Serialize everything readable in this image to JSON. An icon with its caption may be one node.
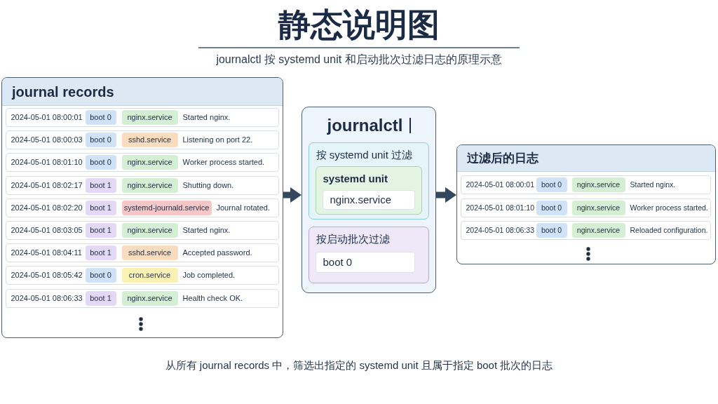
{
  "diagram": {
    "title": "静态说明图",
    "caption": "从所有 journal records 中，筛选出指定的 systemd unit 且属于指定 boot 批次的日志",
    "nodes": [
      {
        "text": [
          "journal records"
        ]
      },
      {
        "text": [
          "2024-05-01 08:00:01",
          "Started nginx."
        ],
        "in": 0
      },
      {
        "text": [
          "boot 0"
        ],
        "in": 1
      },
      {
        "text": [
          "nginx.service"
        ],
        "in": 1
      },
      {
        "text": [
          "2024-05-01 08:00:03",
          "Listening on port 22."
        ],
        "in": 0
      },
      {
        "text": [
          "boot 0"
        ],
        "in": 4
      },
      {
        "text": [
          "sshd.service"
        ],
        "in": 4
      },
      {
        "text": [
          "2024-05-01 08:01:10",
          "Worker process started."
        ],
        "in": 0
      },
      {
        "text": [
          "boot 0"
        ],
        "in": 7
      },
      {
        "text": [
          "nginx.service"
        ],
        "in": 7
      },
      {
        "text": [
          "2024-05-01 08:02:17",
          "Shutting down."
        ],
        "in": 0
      },
      {
        "text": [
          "boot 1"
        ],
        "in": 10
      },
      {
        "text": [
          "nginx.service"
        ],
        "in": 10
      },
      {
        "text": [
          "2024-05-01 08:02:20",
          "Journal rotated."
        ],
        "in": 0
      },
      {
        "text": [
          "boot 1"
        ],
        "in": 13
      },
      {
        "text": [
          "systemd-journald.service"
        ],
        "in": 13
      },
      {
        "text": [
          "2024-05-01 08:03:05",
          "Started nginx."
        ],
        "in": 0
      },
      {
        "text": [
          "boot 1"
        ],
        "in": 16
      },
      {
        "text": [
          "nginx.service"
        ],
        "in": 16
      },
      {
        "text": [
          "2024-05-01 08:04:11",
          "Accepted password."
        ],
        "in": 0
      },
      {
        "text": [
          "boot 1"
        ],
        "in": 19
      },
      {
        "text": [
          "sshd.service"
        ],
        "in": 19
      },
      {
        "text": [
          "2024-05-01 08:05:42",
          "Job completed."
        ],
        "in": 0
      },
      {
        "text": [
          "boot 0"
        ],
        "in": 22
      },
      {
        "text": [
          "cron.service"
        ],
        "in": 22
      },
      {
        "text": [
          "2024-05-01 08:06:33",
          "Health check OK."
        ],
        "in": 0
      },
      {
        "text": [
          "boot 1"
        ],
        "in": 25
      },
      {
        "text": [
          "nginx.service"
        ],
        "in": 25
      },
      {
        "text": [
          "journalctl"
        ]
      },
      {
        "text": [
          "按 systemd unit 过滤"
        ],
        "in": 28
      },
      {
        "text": [
          "systemd unit"
        ],
        "in": 29
      },
      {
        "text": [
          "nginx.service"
        ],
        "in": 30
      },
      {
        "text": [
          "按启动批次过滤"
        ],
        "in": 28
      },
      {
        "text": [
          "boot 0"
        ],
        "in": 32
      },
      {
        "text": [
          "过滤后的日志"
        ]
      },
      {
        "text": [
          "2024-05-01 08:00:01",
          "Started nginx."
        ],
        "in": 34
      },
      {
        "text": [
          "boot 0"
        ],
        "in": 35
      },
      {
        "text": [
          "nginx.service"
        ],
        "in": 35
      },
      {
        "text": [
          "2024-05-01 08:01:10",
          "Worker process started."
        ],
        "in": 34
      },
      {
        "text": [
          "boot 0"
        ],
        "in": 38
      },
      {
        "text": [
          "nginx.service"
        ],
        "in": 38
      },
      {
        "text": [
          "2024-05-01 08:06:33",
          "Reloaded configuration."
        ],
        "in": 34
      },
      {
        "text": [
          "boot 0"
        ],
        "in": 41
      },
      {
        "text": [
          "nginx.service"
        ],
        "in": 41
      }
    ],
    "edges": [
      {
        "from": 0,
        "to": 28,
        "arrow": "to"
      },
      {
        "from": 28,
        "to": 34,
        "arrow": "to"
      }
    ],
    "labels": [
      "journalctl 按 systemd unit 和启动批次过滤日志的原理示意"
    ]
  }
}
